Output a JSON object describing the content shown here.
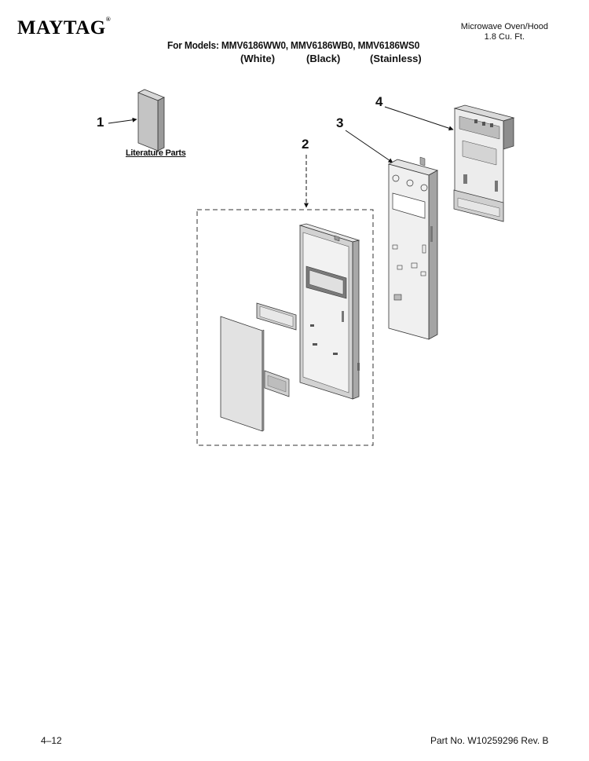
{
  "header": {
    "brand": "MAYTAG",
    "product_line1": "Microwave Oven/Hood",
    "product_line2": "1.8 Cu. Ft.",
    "models": "For Models: MMV6186WW0, MMV6186WB0, MMV6186WS0",
    "variants": [
      "(White)",
      "(Black)",
      "(Stainless)"
    ]
  },
  "callouts": [
    "1",
    "2",
    "3",
    "4"
  ],
  "literature_label": "Literature Parts",
  "footer": {
    "page": "4‒12",
    "part_no": "Part No. W10259296 Rev. B"
  }
}
